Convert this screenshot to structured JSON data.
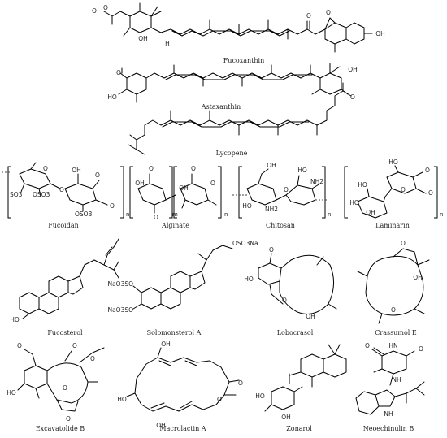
{
  "compounds": {
    "fucoxanthin": "Fucoxanthin",
    "astaxanthin": "Astaxanthin",
    "lycopene": "Lycopene",
    "fucoidan": "Fucoidan",
    "alginate": "Alginate",
    "chitosan": "Chitosan",
    "laminarin": "Laminarin",
    "fucosterol": "Fucosterol",
    "solomonsterol": "Solomonsterol A",
    "lobocrasol": "Lobocrasol",
    "crassumol": "Crassumol E",
    "excavatolide": "Excavatolide B",
    "macrolactin": "Macrolactin A",
    "zonarol": "Zonarol",
    "neoechinulin": "Neoechinulin B"
  },
  "atoms": {
    "o": "O",
    "oh": "OH",
    "ho": "HO",
    "h": "H",
    "nh": "NH",
    "hn": "HN",
    "nh2": "NH2",
    "osostwo": "O",
    "oso3": "OSO3",
    "so3": "SO3",
    "oso3na": "OSO3Na",
    "naoso3": "NaO3SO",
    "minus": "-",
    "n": "n",
    "m": "m"
  }
}
